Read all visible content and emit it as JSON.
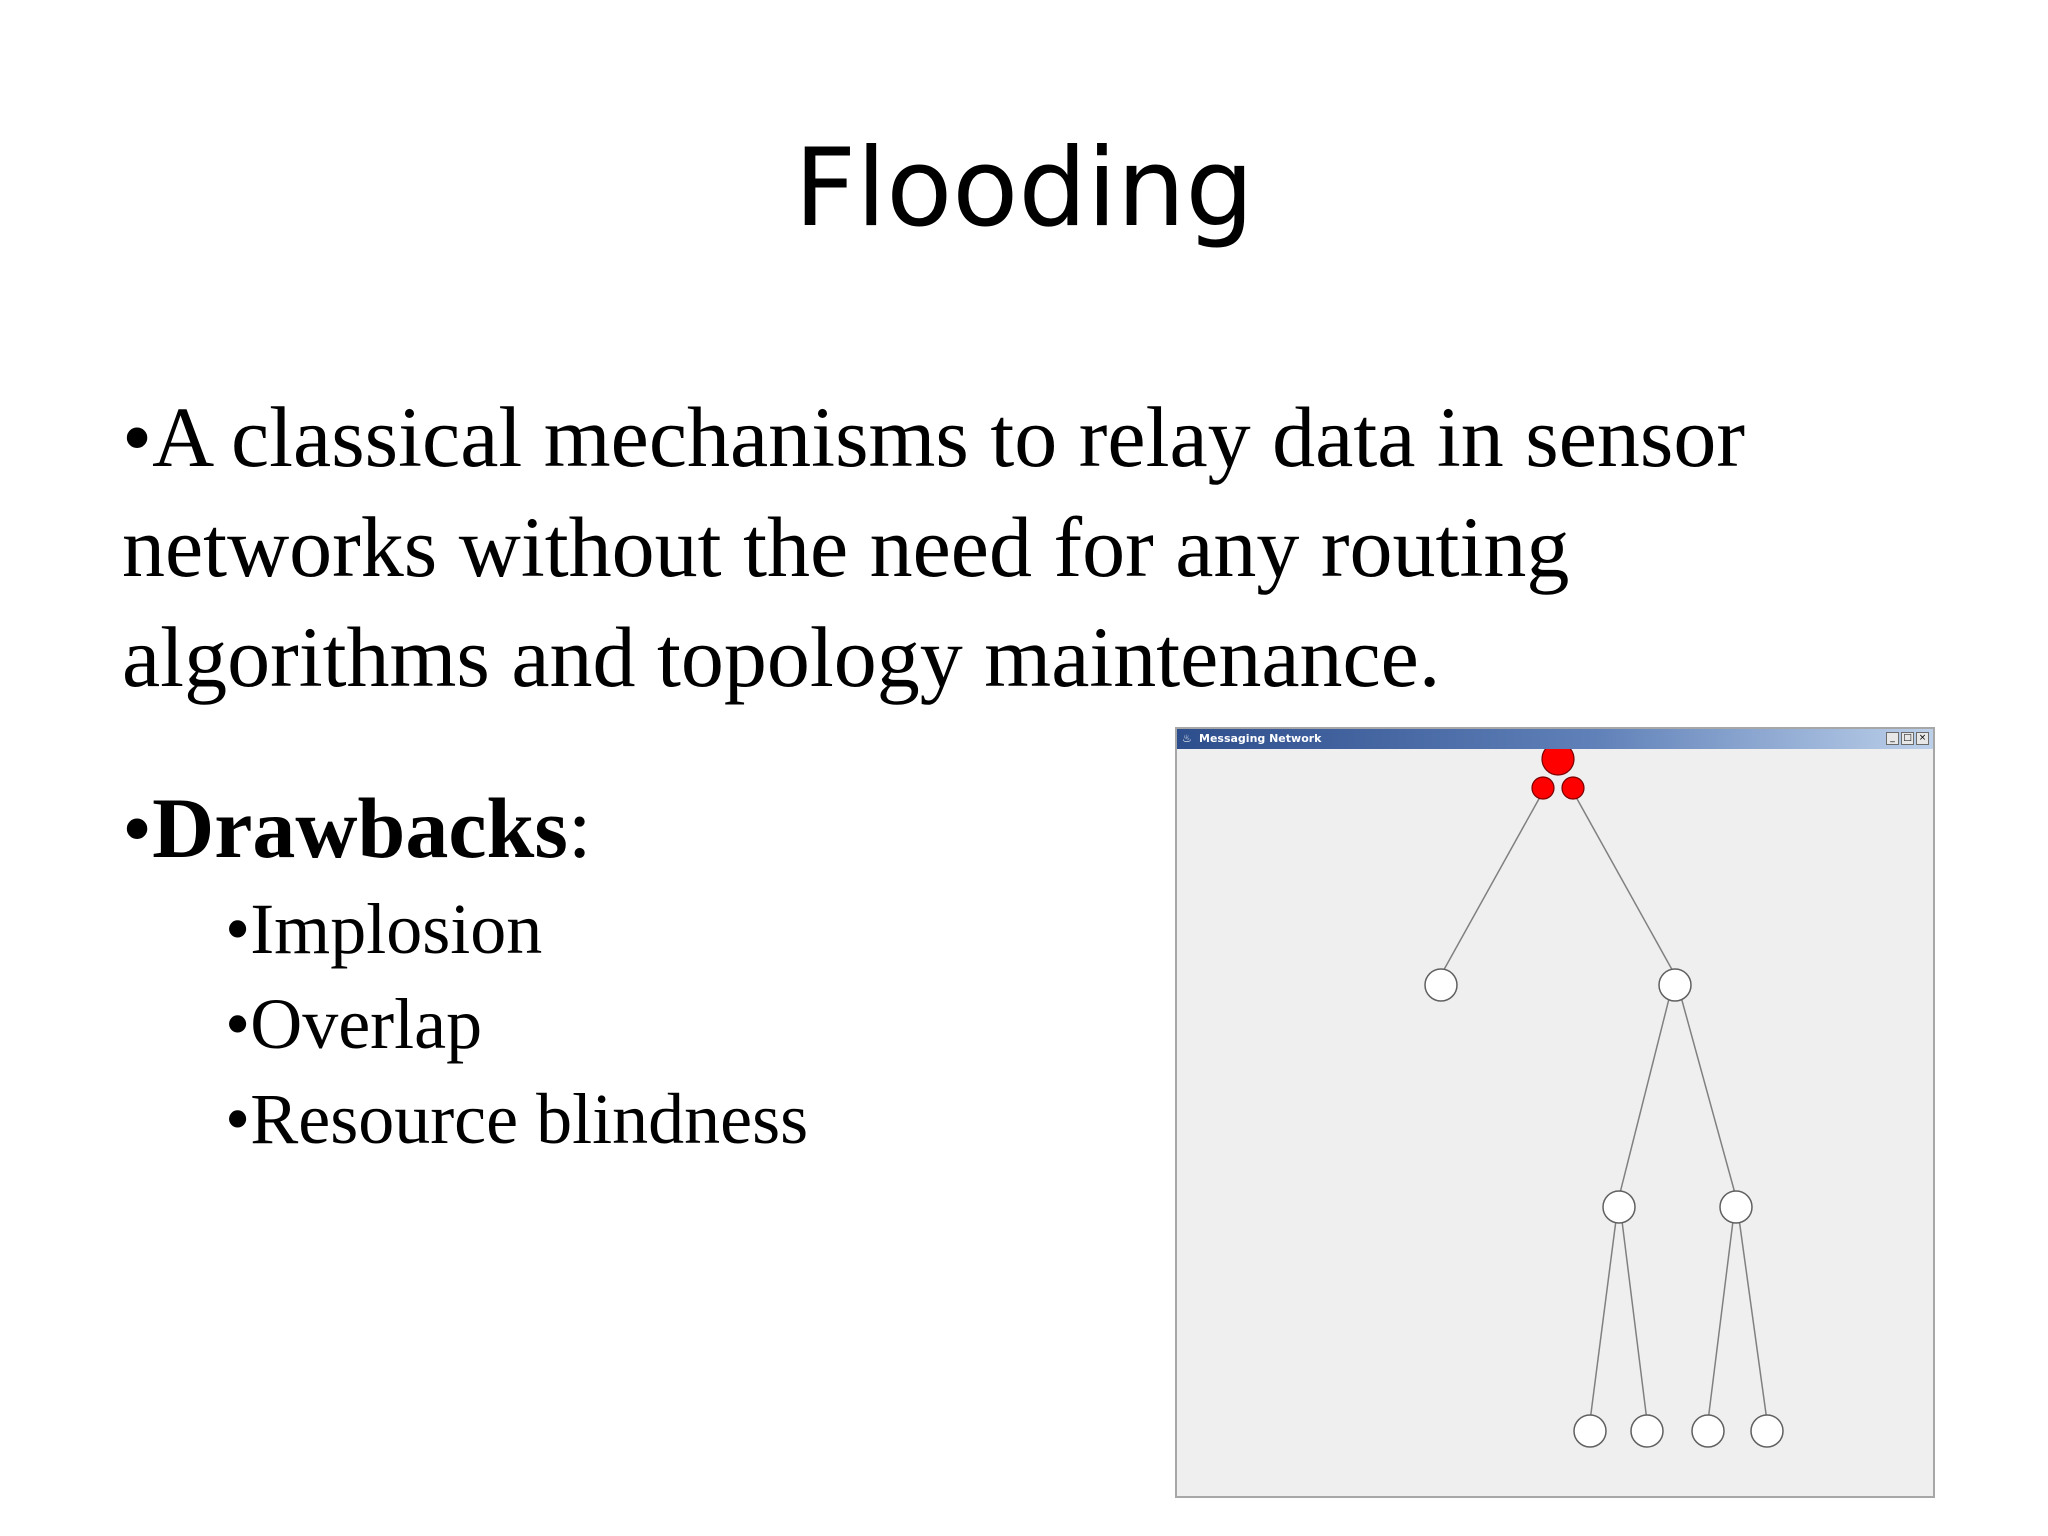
{
  "slide": {
    "title": "Flooding",
    "main_bullet": "•A classical mechanisms to relay data in sensor networks without the need for any routing algorithms and topology maintenance.",
    "drawbacks": {
      "bullet": "•",
      "label": "Drawbacks",
      "suffix": ":",
      "items": [
        "•Implosion",
        "•Overlap",
        "•Resource blindness"
      ]
    }
  },
  "window": {
    "title": "Messaging Network",
    "app_icon": "java-cup-icon",
    "buttons": {
      "minimize": "_",
      "maximize": "□",
      "close": "×"
    }
  },
  "colors": {
    "active_node": "#ff0000",
    "inactive_node": "#ffffff",
    "edge": "#808080",
    "window_bg": "#efefef"
  }
}
